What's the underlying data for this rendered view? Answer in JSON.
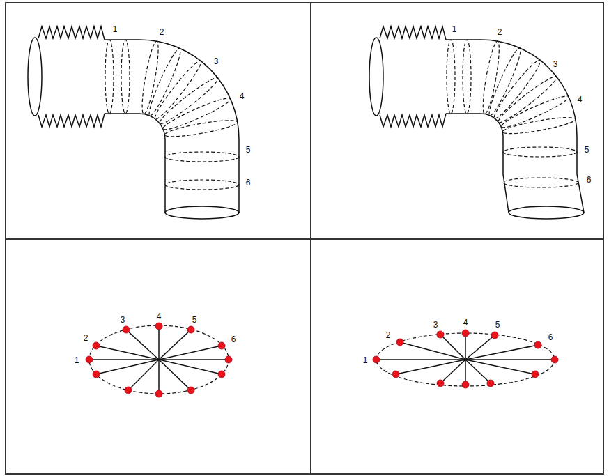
{
  "diagram": {
    "labels": [
      "1",
      "2",
      "3",
      "4",
      "5",
      "6",
      "1",
      "2",
      "3",
      "4",
      "5",
      "6",
      "1",
      "2",
      "3",
      "4",
      "5",
      "6",
      "1",
      "2",
      "3",
      "4",
      "5",
      "6"
    ]
  }
}
